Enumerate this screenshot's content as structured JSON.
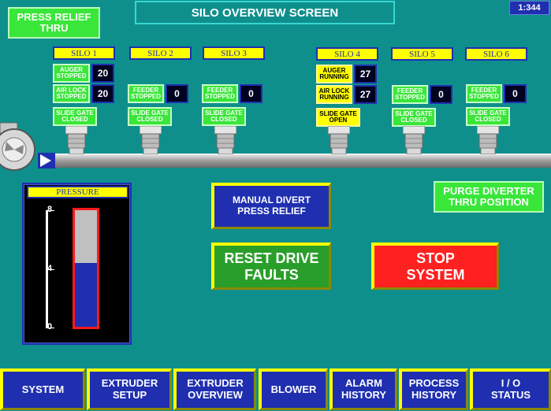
{
  "header": {
    "title": "SILO OVERVIEW SCREEN",
    "clock": "1:344"
  },
  "press_relief": {
    "line1": "PRESS RELIEF",
    "line2": "THRU"
  },
  "silos": [
    {
      "label": "SILO 1",
      "status1_l1": "AUGER",
      "status1_l2": "STOPPED",
      "value1": "20",
      "status2_l1": "AIR LOCK",
      "status2_l2": "STOPPED",
      "value2": "20",
      "gate_l1": "SLIDE GATE",
      "gate_l2": "CLOSED"
    },
    {
      "label": "SILO 2",
      "status1_l1": "FEEDER",
      "status1_l2": "STOPPED",
      "value1": "0",
      "gate_l1": "SLIDE GATE",
      "gate_l2": "CLOSED"
    },
    {
      "label": "SILO 3",
      "status1_l1": "FEEDER",
      "status1_l2": "STOPPED",
      "value1": "0",
      "gate_l1": "SLIDE GATE",
      "gate_l2": "CLOSED"
    },
    {
      "label": "SILO 4",
      "status1_l1": "AUGER",
      "status1_l2": "RUNNING",
      "value1": "27",
      "status2_l1": "AIR LOCK",
      "status2_l2": "RUNNING",
      "value2": "27",
      "gate_l1": "SLIDE GATE",
      "gate_l2": "OPEN"
    },
    {
      "label": "SILO 5",
      "status1_l1": "FEEDER",
      "status1_l2": "STOPPED",
      "value1": "0",
      "gate_l1": "SLIDE GATE",
      "gate_l2": "CLOSED"
    },
    {
      "label": "SILO 6",
      "status1_l1": "FEEDER",
      "status1_l2": "STOPPED",
      "value1": "0",
      "gate_l1": "SLIDE GATE",
      "gate_l2": "CLOSED"
    }
  ],
  "pressure": {
    "label": "PRESSURE",
    "ticks": [
      "8",
      "4",
      "0"
    ],
    "max": 8,
    "level": 0.55
  },
  "buttons": {
    "manual_divert_l1": "MANUAL DIVERT",
    "manual_divert_l2": "PRESS RELIEF",
    "purge_l1": "PURGE DIVERTER",
    "purge_l2": "THRU POSITION",
    "reset_l1": "RESET DRIVE",
    "reset_l2": "FAULTS",
    "stop_l1": "STOP",
    "stop_l2": "SYSTEM"
  },
  "nav": [
    {
      "l1": "SYSTEM",
      "l2": ""
    },
    {
      "l1": "EXTRUDER",
      "l2": "SETUP"
    },
    {
      "l1": "EXTRUDER",
      "l2": "OVERVIEW"
    },
    {
      "l1": "BLOWER",
      "l2": ""
    },
    {
      "l1": "ALARM",
      "l2": "HISTORY"
    },
    {
      "l1": "PROCESS",
      "l2": "HISTORY"
    },
    {
      "l1": "I / O",
      "l2": "STATUS"
    }
  ],
  "colors": {
    "background": "#0f8f8c",
    "accent": "#ffff00",
    "nav": "#1f2fb0",
    "stop": "#ff2020",
    "reset": "#2a9e2a"
  }
}
